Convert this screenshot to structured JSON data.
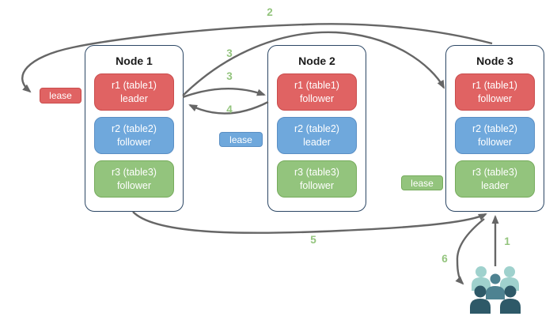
{
  "diagram": {
    "nodes": [
      {
        "title": "Node 1",
        "replicas": [
          {
            "range": "r1 (table1)",
            "role": "leader",
            "color": "#e06363"
          },
          {
            "range": "r2 (table2)",
            "role": "follower",
            "color": "#6fa8dc"
          },
          {
            "range": "r3 (table3)",
            "role": "follower",
            "color": "#93c47d"
          }
        ]
      },
      {
        "title": "Node 2",
        "replicas": [
          {
            "range": "r1 (table1)",
            "role": "follower",
            "color": "#e06363"
          },
          {
            "range": "r2 (table2)",
            "role": "leader",
            "color": "#6fa8dc"
          },
          {
            "range": "r3 (table3)",
            "role": "follower",
            "color": "#93c47d"
          }
        ]
      },
      {
        "title": "Node 3",
        "replicas": [
          {
            "range": "r1 (table1)",
            "role": "follower",
            "color": "#e06363"
          },
          {
            "range": "r2 (table2)",
            "role": "follower",
            "color": "#6fa8dc"
          },
          {
            "range": "r3 (table3)",
            "role": "leader",
            "color": "#93c47d"
          }
        ]
      }
    ],
    "leases": [
      {
        "label": "lease",
        "color": "#e06363"
      },
      {
        "label": "lease",
        "color": "#6fa8dc"
      },
      {
        "label": "lease",
        "color": "#93c47d"
      }
    ],
    "steps": [
      {
        "label": "1"
      },
      {
        "label": "2"
      },
      {
        "label": "3"
      },
      {
        "label": "3"
      },
      {
        "label": "4"
      },
      {
        "label": "5"
      },
      {
        "label": "6"
      }
    ],
    "users_icon": {
      "name": "users-icon",
      "colors": [
        "#9fd1cd",
        "#4e8291",
        "#2e5968"
      ]
    },
    "colors": {
      "arrow": "#666666",
      "step_number": "#93c47d",
      "node_border": "#2c4765"
    }
  }
}
